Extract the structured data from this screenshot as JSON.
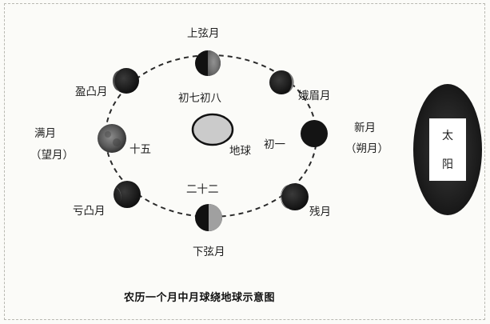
{
  "moon_phases": {
    "first_quarter": "上弦月",
    "waxing_crescent": "娥眉月",
    "new_moon": "新月",
    "new_moon_alt": "（朔月）",
    "waning_crescent": "残月",
    "last_quarter": "下弦月",
    "waning_gibbous": "亏凸月",
    "full_moon": "满月",
    "full_moon_alt": "（望月）",
    "waxing_gibbous": "盈凸月"
  },
  "lunar_days": {
    "day_7_8": "初七初八",
    "day_1": "初一",
    "day_15": "十五",
    "day_22": "二十二"
  },
  "earth_label": "地球",
  "sun_label": [
    "太",
    "阳"
  ],
  "caption": "农历一个月中月球绕地球示意图",
  "colors": {
    "moon_dark": "#1a1a1a",
    "earth_fill": "#c9c9c9",
    "sun_fill": "#2b2b2b",
    "orbit": "#2a2a2a"
  }
}
